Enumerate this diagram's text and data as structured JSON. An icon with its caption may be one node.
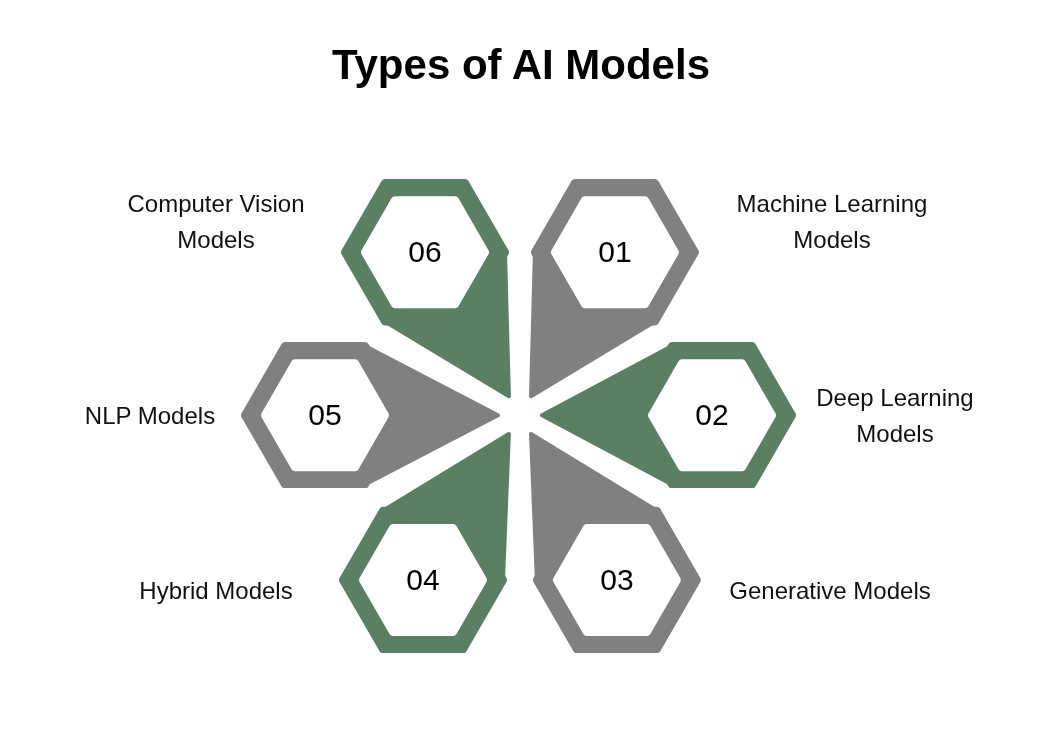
{
  "diagram": {
    "title": "Types of AI Models",
    "nodes": [
      {
        "text": [
          "01"
        ],
        "beside": [
          "Machine Learning Models"
        ]
      },
      {
        "text": [
          "02"
        ],
        "beside": [
          "Deep Learning Models"
        ]
      },
      {
        "text": [
          "03"
        ],
        "beside": [
          "Generative Models"
        ]
      },
      {
        "text": [
          "04"
        ],
        "beside": [
          "Hybrid Models"
        ]
      },
      {
        "text": [
          "05"
        ],
        "beside": [
          "NLP Models"
        ]
      },
      {
        "text": [
          "06"
        ],
        "beside": [
          "Computer Vision Models"
        ]
      }
    ]
  }
}
